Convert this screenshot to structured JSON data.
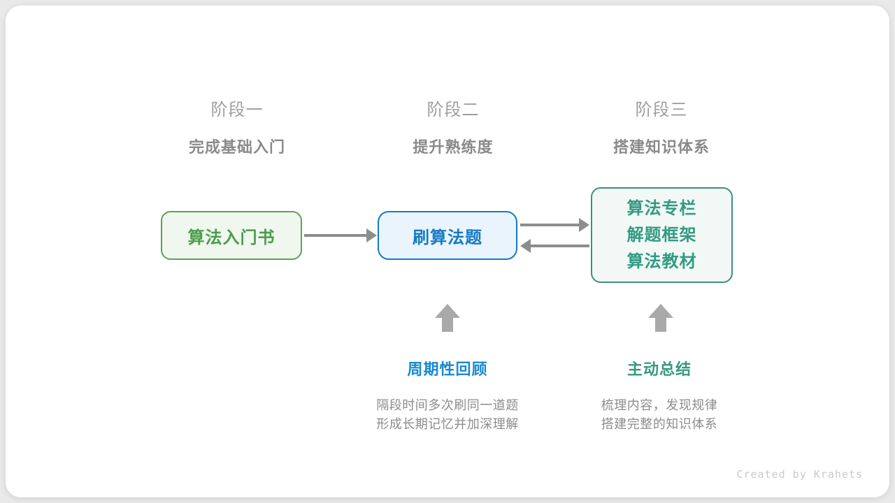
{
  "stages": [
    {
      "label": "阶段一",
      "subtitle": "完成基础入门"
    },
    {
      "label": "阶段二",
      "subtitle": "提升熟练度"
    },
    {
      "label": "阶段三",
      "subtitle": "搭建知识体系"
    }
  ],
  "nodes": {
    "intro_book": {
      "label": "算法入门书"
    },
    "practice": {
      "label": "刷算法题"
    },
    "resources": {
      "lines": [
        "算法专栏",
        "解题框架",
        "算法教材"
      ]
    }
  },
  "annotations": [
    {
      "title": "周期性回顾",
      "desc1": "隔段时间多次刷同一道题",
      "desc2": "形成长期记忆并加深理解"
    },
    {
      "title": "主动总结",
      "desc1": "梳理内容，发现规律",
      "desc2": "搭建完整的知识体系"
    }
  ],
  "footer": {
    "credit": "Created by Krahets"
  },
  "colors": {
    "green_text": "#4a9d4a",
    "green_border": "#5aa258",
    "green_fill": "#eff7ee",
    "blue_text": "#1779c4",
    "blue_border": "#1779c4",
    "blue_fill": "#eaf4fc",
    "teal_text": "#339a82",
    "teal_border": "#3f8f7e",
    "teal_fill": "#f1f8f5",
    "annotation_blue": "#1a88d1",
    "annotation_teal": "#35997f",
    "gray_text": "#8c8c8c",
    "stage_title_gray": "#9f9f9f",
    "arrow_gray": "#8d8d8d",
    "block_arrow_gray": "#a9a9a9",
    "card_bg": "#ffffff",
    "page_bg": "#e9e9e9"
  }
}
